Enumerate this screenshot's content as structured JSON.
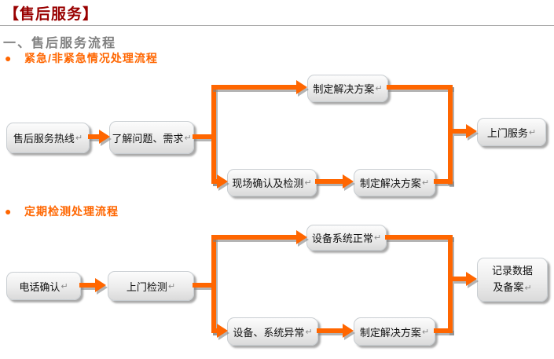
{
  "header": {
    "title": "【售后服务】",
    "section_title": "一、售后服务流程"
  },
  "colors": {
    "title_red": "#990000",
    "heading_gray": "#808080",
    "accent_orange": "#ff6600",
    "node_fill": "#ececec",
    "node_border": "#c9ced2"
  },
  "return_mark": "↵",
  "flow1": {
    "bullet": "●",
    "heading": "紧急/非紧急情况处理流程",
    "nodes": {
      "hotline": "售后服务热线",
      "understand": "了解问题、需求",
      "make_plan_top": "制定解决方案",
      "site_confirm": "现场确认及检测",
      "make_plan_bottom": "制定解决方案",
      "door_service": "上门服务"
    }
  },
  "flow2": {
    "bullet": "●",
    "heading": "定期检测处理流程",
    "nodes": {
      "phone_confirm": "电话确认",
      "door_check": "上门检测",
      "system_normal": "设备系统正常",
      "system_abnormal": "设备、系统异常",
      "make_plan": "制定解决方案",
      "record_line1": "记录数据",
      "record_line2": "及备案"
    }
  }
}
